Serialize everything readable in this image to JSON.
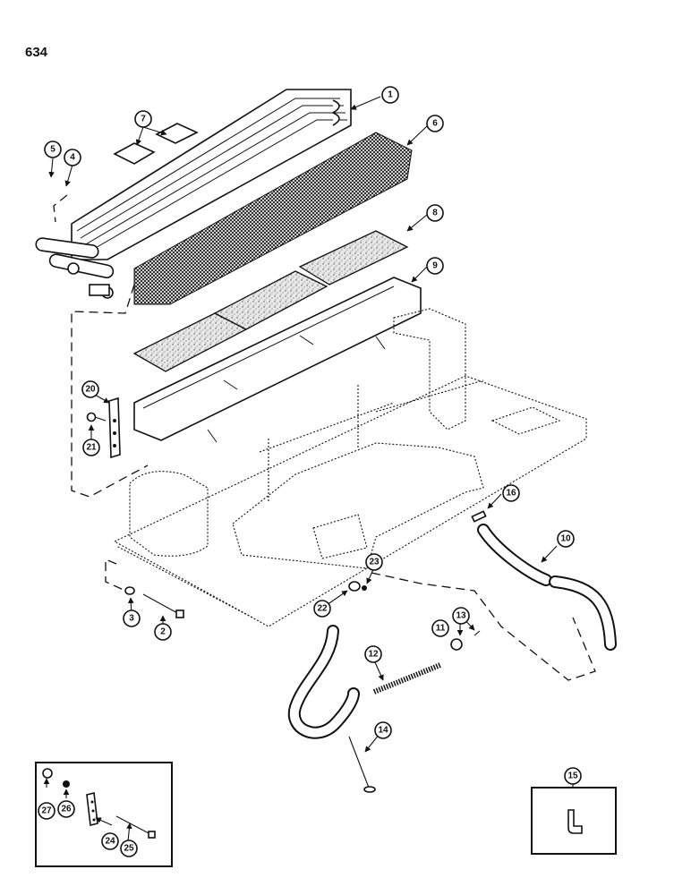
{
  "page_number": "634",
  "callouts": [
    {
      "id": "c1",
      "label": "1"
    },
    {
      "id": "c2",
      "label": "2"
    },
    {
      "id": "c3",
      "label": "3"
    },
    {
      "id": "c4",
      "label": "4"
    },
    {
      "id": "c5",
      "label": "5"
    },
    {
      "id": "c6",
      "label": "6"
    },
    {
      "id": "c7",
      "label": "7"
    },
    {
      "id": "c8",
      "label": "8"
    },
    {
      "id": "c9",
      "label": "9"
    },
    {
      "id": "c10",
      "label": "10"
    },
    {
      "id": "c11",
      "label": "11"
    },
    {
      "id": "c12",
      "label": "12"
    },
    {
      "id": "c13",
      "label": "13"
    },
    {
      "id": "c14",
      "label": "14"
    },
    {
      "id": "c15",
      "label": "15"
    },
    {
      "id": "c16",
      "label": "16"
    },
    {
      "id": "c20",
      "label": "20"
    },
    {
      "id": "c21",
      "label": "21"
    },
    {
      "id": "c22",
      "label": "22"
    },
    {
      "id": "c23",
      "label": "23"
    },
    {
      "id": "c24",
      "label": "24"
    },
    {
      "id": "c25",
      "label": "25"
    },
    {
      "id": "c26",
      "label": "26"
    },
    {
      "id": "c27",
      "label": "27"
    }
  ]
}
